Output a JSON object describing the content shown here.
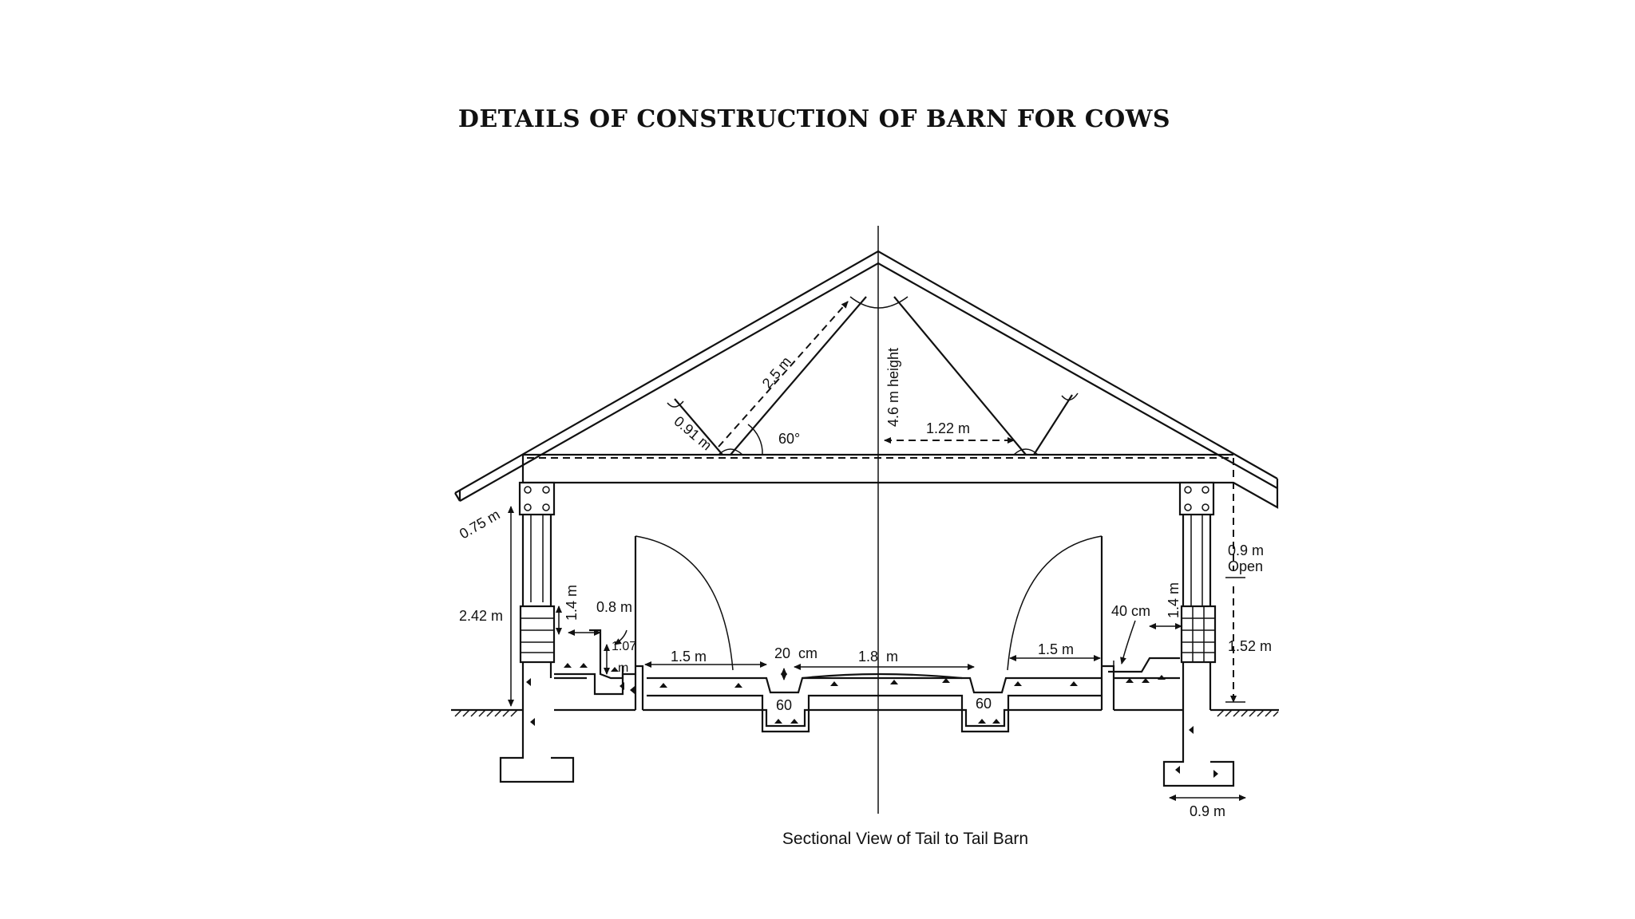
{
  "title": "DETAILS OF CONSTRUCTION OF BARN FOR COWS",
  "caption": "Sectional View of Tail to Tail Barn",
  "dimensions": {
    "rafter": "2.5 m",
    "strut": "0.91 m",
    "angle": "60°",
    "height": "4.6 m height",
    "half_span": "1.22 m",
    "eave": "0.75 m",
    "open": "0.9 m",
    "open_word": "Open",
    "wall_height_left": "2.42 m",
    "wall_height_right": "1.52 m",
    "manger_left": "1.4 m",
    "manger_right": "1.4 m",
    "manger_width": "0.8 m",
    "step": "1.07",
    "step_unit": "m",
    "standing_left": "1.5 m",
    "standing_right": "1.5 m",
    "gutter": "20  cm",
    "passage": "1.8  m",
    "drain_left": "60",
    "drain_right": "60",
    "manger_depth_right": "40 cm",
    "footing": "0.9 m"
  }
}
